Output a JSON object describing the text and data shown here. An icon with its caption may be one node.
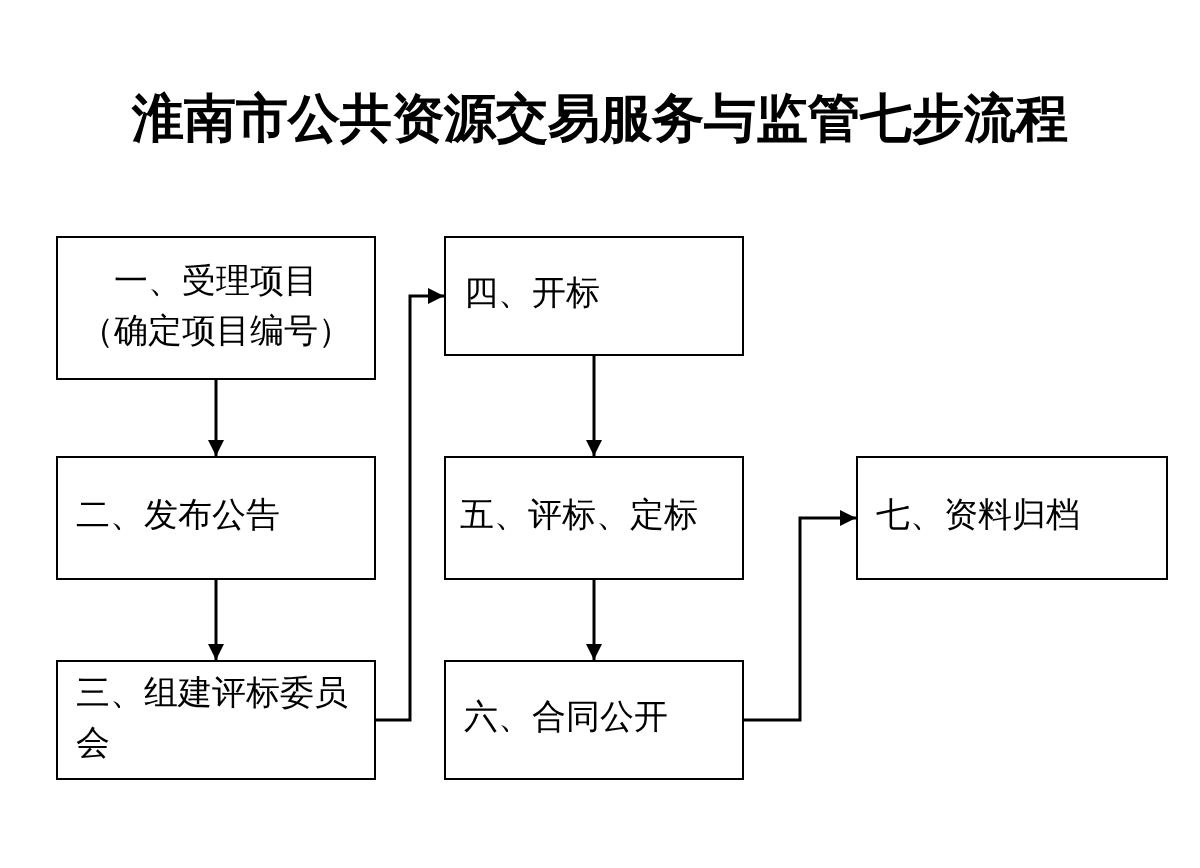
{
  "diagram": {
    "title": "淮南市公共资源交易服务与监管七步流程",
    "nodes": [
      {
        "text": [
          "一、受理项目（确定项目编号）"
        ]
      },
      {
        "text": [
          "二、发布公告"
        ]
      },
      {
        "text": [
          "三、组建评标委员会"
        ]
      },
      {
        "text": [
          "四、开标"
        ]
      },
      {
        "text": [
          "五、评标、定标"
        ]
      },
      {
        "text": [
          "六、合同公开"
        ]
      },
      {
        "text": [
          "七、资料归档"
        ]
      }
    ],
    "edges": [
      {
        "from": 0,
        "to": 1,
        "arrow": "to"
      },
      {
        "from": 1,
        "to": 2,
        "arrow": "to"
      },
      {
        "from": 2,
        "to": 3,
        "arrow": "to"
      },
      {
        "from": 3,
        "to": 4,
        "arrow": "to"
      },
      {
        "from": 4,
        "to": 5,
        "arrow": "to"
      },
      {
        "from": 5,
        "to": 6,
        "arrow": "to"
      }
    ]
  }
}
